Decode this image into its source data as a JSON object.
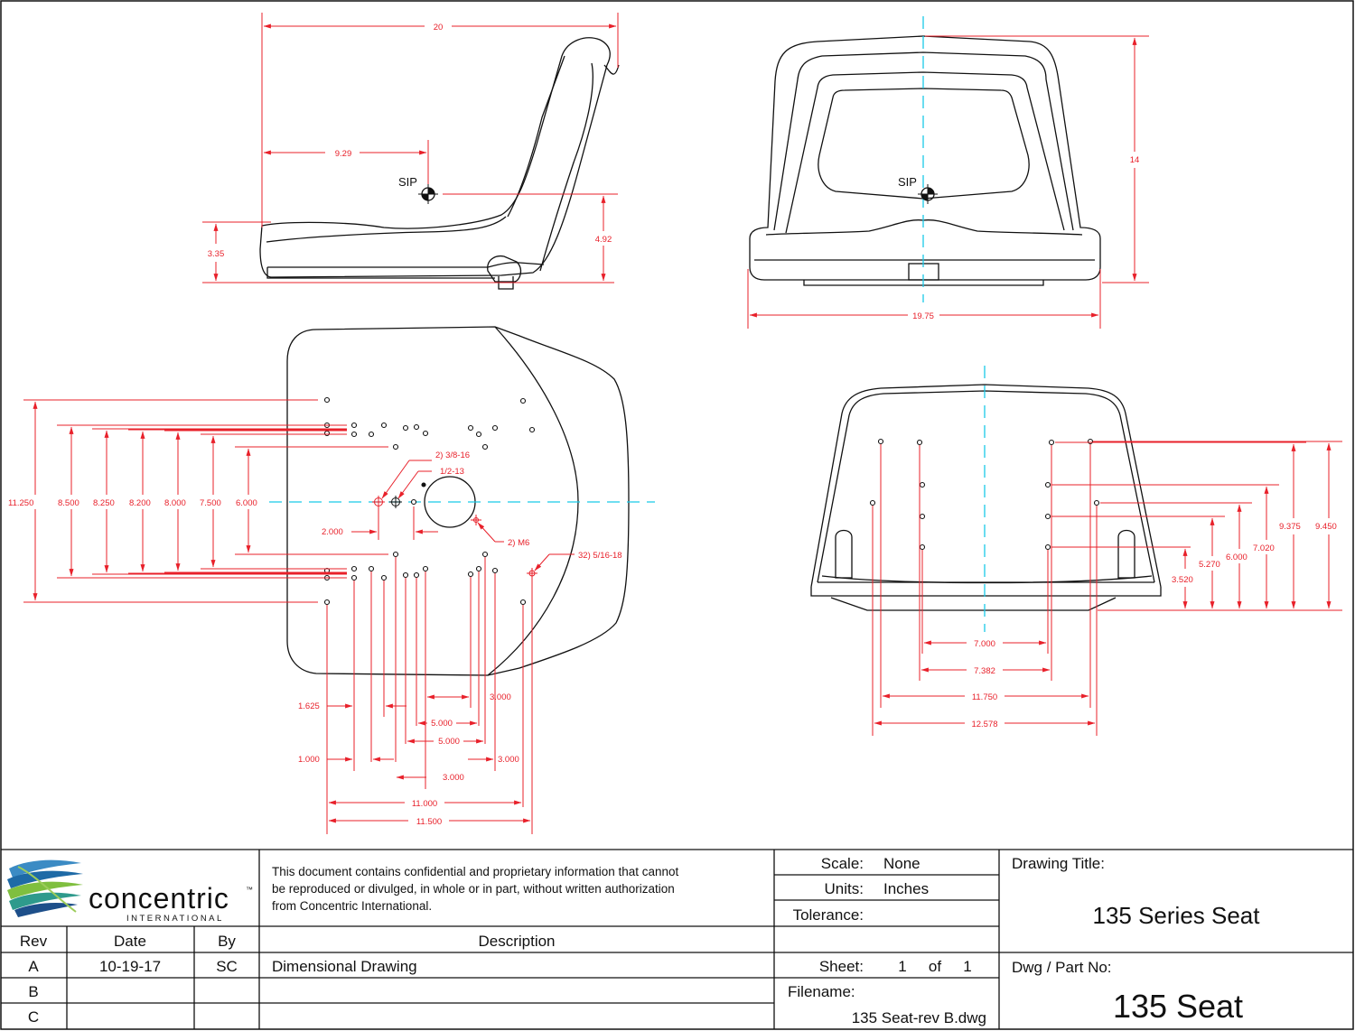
{
  "drawing": {
    "side_view": {
      "sip_label": "SIP",
      "dims": {
        "overall_depth": "20",
        "sip_from_back": "9.29",
        "seat_height": "3.35",
        "sip_height": "4.92"
      }
    },
    "front_view": {
      "sip_label": "SIP",
      "dims": {
        "height": "14",
        "width": "19.75"
      }
    },
    "bottom_view": {
      "left_dims": [
        "11.250",
        "8.500",
        "8.250",
        "8.200",
        "8.000",
        "7.500",
        "6.000"
      ],
      "callouts": {
        "hole_a": "2) 3/8-16",
        "hole_b": "1/2-13",
        "hole_c": "2) M6",
        "hole_d": "32) 5/16-18"
      },
      "dims": {
        "center_offset": "2.000",
        "d1625": "1.625",
        "d1000": "1.000",
        "d3000_a": "3.000",
        "d5000_a": "5.000",
        "d5000_b": "5.000",
        "d3000_b": "3.000",
        "d3000_c": "3.000",
        "d11000": "11.000",
        "d11500": "11.500"
      }
    },
    "rear_view": {
      "right_dims": [
        "9.375",
        "9.450",
        "7.020",
        "6.000",
        "5.270",
        "3.520"
      ],
      "bottom_dims": [
        "7.000",
        "7.382",
        "11.750",
        "12.578"
      ]
    }
  },
  "title_block": {
    "company": {
      "name": "concentric",
      "trademark": "™",
      "subtitle": "INTERNATIONAL"
    },
    "confidential": [
      "This document contains confidential and proprietary information that cannot",
      "be reproduced or divulged, in whole or in part, without written authorization",
      "from Concentric International."
    ],
    "scale_label": "Scale:",
    "scale_value": "None",
    "units_label": "Units:",
    "units_value": "Inches",
    "tolerance_label": "Tolerance:",
    "drawing_title_label": "Drawing Title:",
    "drawing_title": "135 Series Seat",
    "rev_headers": {
      "rev": "Rev",
      "date": "Date",
      "by": "By",
      "description": "Description"
    },
    "revisions": [
      {
        "rev": "A",
        "date": "10-19-17",
        "by": "SC",
        "description": "Dimensional Drawing"
      },
      {
        "rev": "B",
        "date": "",
        "by": "",
        "description": ""
      },
      {
        "rev": "C",
        "date": "",
        "by": "",
        "description": ""
      }
    ],
    "sheet_label": "Sheet:",
    "sheet_num": "1",
    "sheet_of": "of",
    "sheet_total": "1",
    "filename_label": "Filename:",
    "filename": "135 Seat-rev B.dwg",
    "part_no_label": "Dwg / Part No:",
    "part_no": "135 Seat"
  },
  "colors": {
    "dimension": "#e8202a",
    "centerline": "#19c9e8",
    "outline": "#111111"
  },
  "icons": [
    "concentric-logo-icon",
    "sip-target-icon"
  ]
}
